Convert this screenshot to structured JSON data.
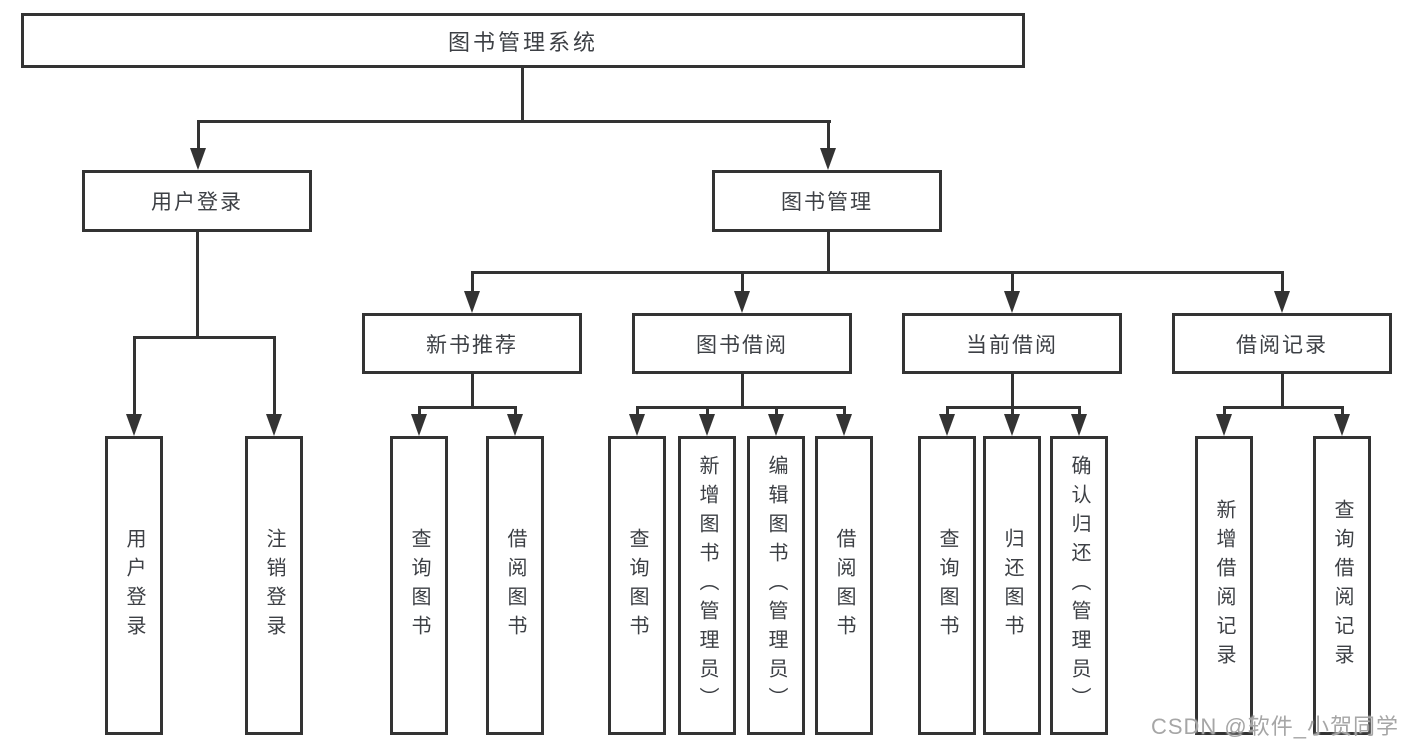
{
  "colors": {
    "line": "#333333",
    "text": "#3d4045",
    "background": "#ffffff"
  },
  "diagram": {
    "root": {
      "label": "图书管理系统"
    },
    "level1": {
      "user_login": {
        "label": "用户登录"
      },
      "book_management": {
        "label": "图书管理"
      }
    },
    "level2": {
      "new_book_recommend": {
        "label": "新书推荐"
      },
      "book_borrow": {
        "label": "图书借阅"
      },
      "current_borrow": {
        "label": "当前借阅"
      },
      "borrow_records": {
        "label": "借阅记录"
      }
    },
    "level3": {
      "user_login_children": {
        "login": {
          "label": "用户登录"
        },
        "logout": {
          "label": "注销登录"
        }
      },
      "new_book_children": {
        "query_books": {
          "label": "查询图书"
        },
        "borrow_books": {
          "label": "借阅图书"
        }
      },
      "book_borrow_children": {
        "query_books": {
          "label": "查询图书"
        },
        "add_books": {
          "label": "新增图书（管理员）"
        },
        "edit_books": {
          "label": "编辑图书（管理员）"
        },
        "borrow_books": {
          "label": "借阅图书"
        }
      },
      "current_borrow_children": {
        "query_books": {
          "label": "查询图书"
        },
        "return_books": {
          "label": "归还图书"
        },
        "confirm_return": {
          "label": "确认归还（管理员）"
        }
      },
      "borrow_records_children": {
        "add_record": {
          "label": "新增借阅记录"
        },
        "query_record": {
          "label": "查询借阅记录"
        }
      }
    }
  },
  "watermark": {
    "text": "CSDN @软件_小贺同学"
  }
}
